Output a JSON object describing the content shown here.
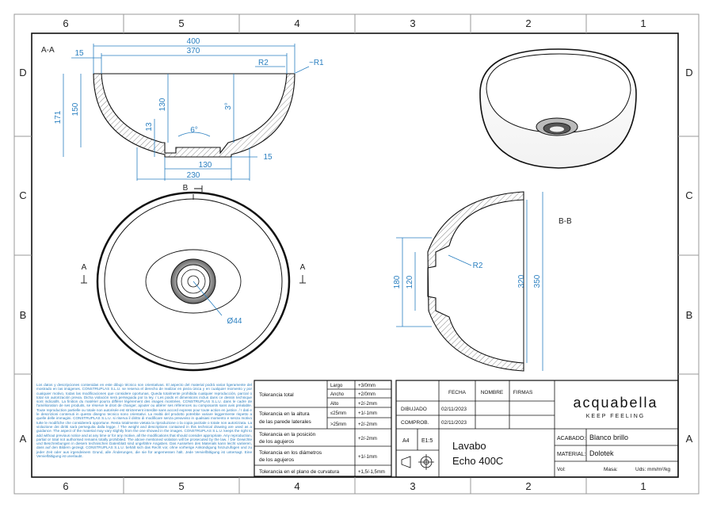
{
  "frame": {
    "col_labels": [
      "6",
      "5",
      "4",
      "3",
      "2",
      "1"
    ],
    "row_labels": [
      "D",
      "C",
      "B",
      "A"
    ]
  },
  "section_labels": {
    "a_a": "A-A",
    "b_b": "B-B",
    "b_arrow": "B",
    "a_arrow": "A"
  },
  "dimensions": {
    "w400": "400",
    "w370": "370",
    "w15_top": "15",
    "r2_top": "R2",
    "r1": "~R1",
    "h171": "171",
    "h150": "150",
    "h130": "130",
    "a3": "3°",
    "h13": "13",
    "a6": "6°",
    "w130": "130",
    "w15_bot": "15",
    "w230": "230",
    "d44": "Ø44",
    "r2_side": "R2",
    "h180": "180",
    "h120": "120",
    "h320": "320",
    "h350": "350"
  },
  "disclaimer": "Los datos y descripciones contenidas en este dibujo técnico son orientativas. El aspecto del material podrá variar ligeramente del mostrado en las imágenes. CONSTRUPLAS S.L.U. se reserva el derecho de realizar en pieza única y en cualquier momento y por cualquier motivo, todas las modificaciones que considere oportunas. Queda totalmente prohibida cualquier reproducción, parcial o total sin autorización previa. Dicha violación será perseguida por la ley. / Les poids et dimensions inclus dans ce dessin technique sont indicatifs. La finition du matériel pourra différer légèrement des images montrées. CONSTRUPLAS S.L.U. dans le cadre de l'amélioration de ses produits, se réserve le droit de changer, ajouter ou altérer ses références ou composants sans avis préalable. Toute reproduction partielle ou totale non autorisée est strictement interdite sans accord express pour toute action en justice. / I dati e le descrizioni contenuti in questo disegno tecnico sono orientativi. La realtà del prodotto potrebbe variare leggermente rispetto a quelle delle immagini. CONSTRUPLAS S.L.U. si riserva il diritto di modificare senza preavviso in qualsiasi momento e senza motivo tutte le modifiche che considererà opportune. Resta totalmente vietata la riproduzione o la copia parziale o totale non autorizzata. La violazione dei diritti sarà perseguita dalla legge. / The weight and descriptions contained in this technical drawing are used as a guidance. The aspect of the material may vary slightly from the one showed in the images. CONSTRUPLAS S.L.U. keeps the right to add without previous notice and at any time or for any motive, all the modifications that should consider appropriate. Any reproduction, partial or total not authorised remains totally prohibited. The above mentioned violation will be prosecuted by the law. / Die Gewichte und Beschreibungen in diesem technischen Datenblatt sind ungefähre Angaben. Das Aussehen des Materials kann leicht variieren, dass auf den Bildern gezeigt. CONSTRUPLAS S.L.U. behält sich das Recht vor, ohne vorherige Ankündigung hinzuzufügen und zu jeder Zeit oder aus irgendeinem Grund, alle Änderungen, die sie für angemessen hält. Jede Vervielfältigung ist untersagt. Eine Vervielfältigung ist unerlaubt.",
  "tolerances": {
    "total_label": "Tolerancia total",
    "largo": "Largo",
    "largo_v": "+3/0mm",
    "ancho": "Ancho",
    "ancho_v": "+2/0mm",
    "alto": "Alto",
    "alto_v": "+2/-2mm",
    "walls_label_1": "Tolerancia en la altura",
    "walls_label_2": "de las parede laterales",
    "le25": "≤25mm",
    "le25_v": "+1/-1mm",
    "gt25": ">25mm",
    "gt25_v": "+2/-2mm",
    "pos_label_1": "Tolerancia en la posición",
    "pos_label_2": "de los agujeros",
    "pos_v": "+2/-2mm",
    "diam_label_1": "Tolerancia en los diámetros",
    "diam_label_2": "de los agujeros",
    "diam_v": "+1/-1mm",
    "curv_label": "Tolerancia en el plano de curvatura",
    "curv_v": "+1,5/-1,5mm"
  },
  "title_block": {
    "fecha": "FECHA",
    "nombre": "NOMBRE",
    "firmas": "FIRMAS",
    "dibujado": "DIBUJADO",
    "dibujado_fecha": "02/11/2023",
    "comprob": "COMPROB.",
    "comprob_fecha": "02/11/2023",
    "paper": "A4",
    "scale": "E1:5",
    "product_line1": "Lavabo",
    "product_line2": "Echo 400C",
    "brand": "acquabella",
    "tagline": "KEEP FEELING",
    "acabado_label": "ACABADO:",
    "acabado_value": "Blanco brillo",
    "material_label": "MATERIAL:",
    "material_value": "Dolotek",
    "vol_label": "Vol:",
    "masa_label": "Masa:",
    "uds_label": "Uds: mm/m²/kg"
  }
}
